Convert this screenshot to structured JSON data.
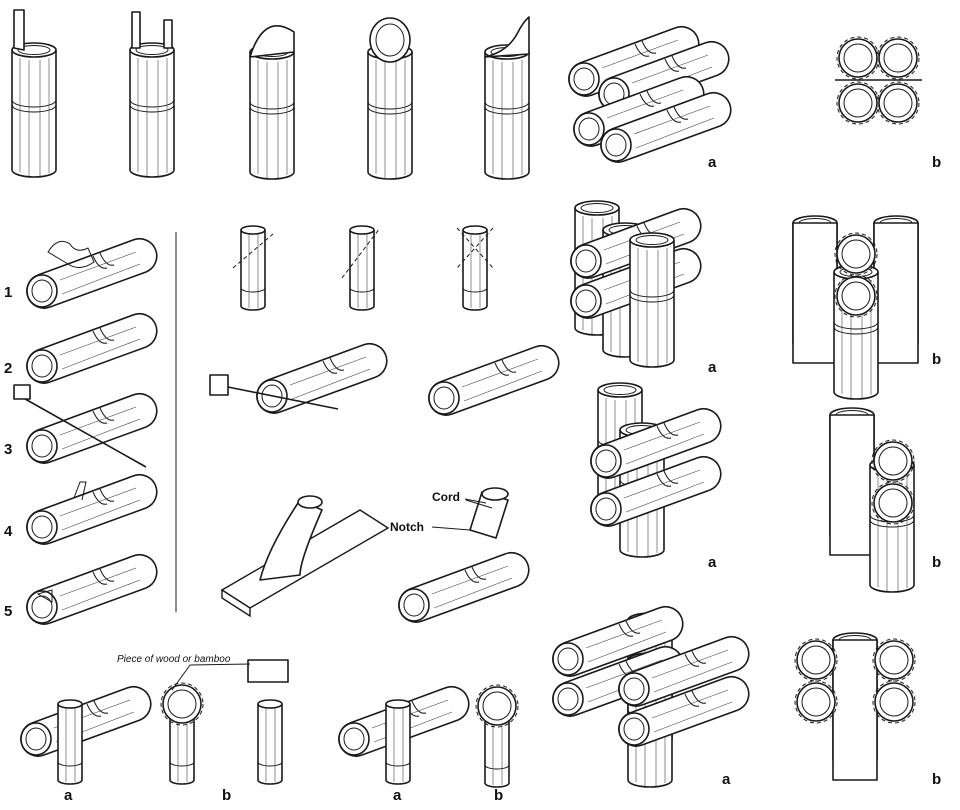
{
  "step_labels": [
    "1",
    "2",
    "3",
    "4",
    "5"
  ],
  "middle_labels": {
    "cord": "Cord",
    "notch": "Notch"
  },
  "bottom_labels": {
    "piece_note": "Piece of wood or bamboo",
    "a1": "a",
    "b1": "b",
    "a2": "a",
    "b2": "b"
  },
  "right_labels": {
    "row1_a": "a",
    "row1_b": "b",
    "row2_a": "a",
    "row2_b": "b",
    "row3_a": "a",
    "row3_b": "b",
    "row4_a": "a",
    "row4_b": "b"
  }
}
